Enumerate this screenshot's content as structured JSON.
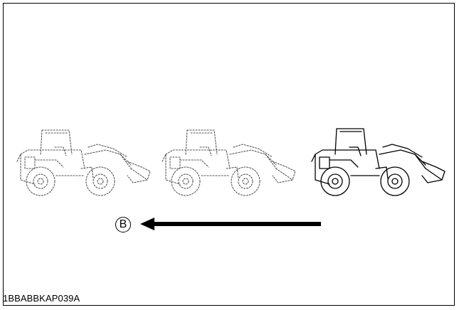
{
  "figure": {
    "marker_label": "B",
    "figure_code": "1BBABBKAP039A",
    "vehicles": [
      {
        "style": "ghost"
      },
      {
        "style": "ghost"
      },
      {
        "style": "solid"
      }
    ],
    "arrow_direction": "left"
  }
}
